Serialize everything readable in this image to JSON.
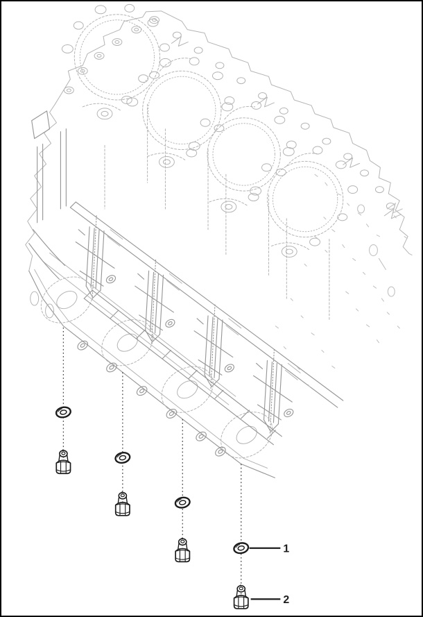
{
  "figure": {
    "kind": "engine-cylinder-block-parts-diagram",
    "callouts": [
      {
        "number": "1"
      },
      {
        "number": "2"
      }
    ]
  },
  "icons": {
    "washer_part": "sealing-washer-ring",
    "plug_part": "threaded-hex-plug"
  },
  "colors": {
    "background": "#ffffff",
    "border": "#000000",
    "drawing_gray": "#b4b4b4",
    "drawing_gray_dark": "#979797",
    "ink": "#1c1c1c",
    "centerline": "#4a4a4a"
  }
}
